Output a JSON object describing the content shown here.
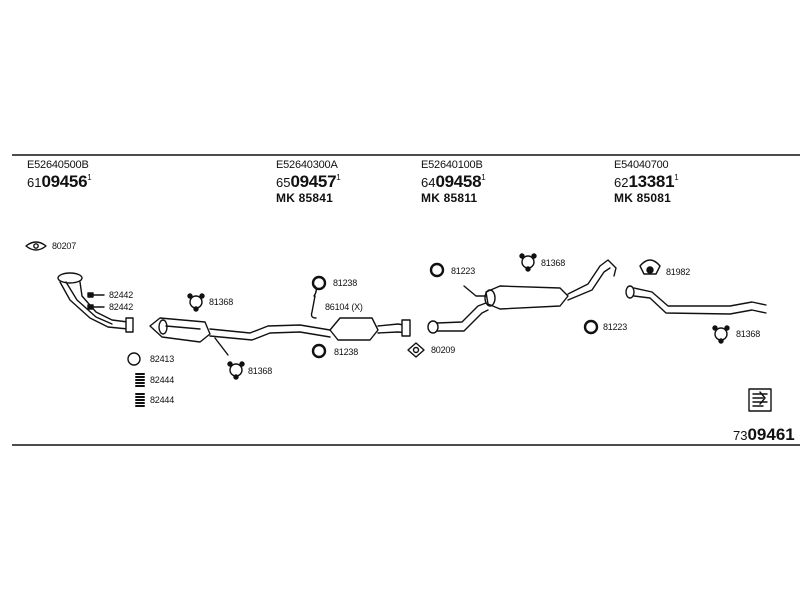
{
  "groups": [
    {
      "code": "E52640500B",
      "number_prefix": "61",
      "number_main": "09456",
      "number_suffix": "1",
      "mk": ""
    },
    {
      "code": "E52640300A",
      "number_prefix": "65",
      "number_main": "09457",
      "number_suffix": "1",
      "mk": "MK  85841"
    },
    {
      "code": "E52640100B",
      "number_prefix": "64",
      "number_main": "09458",
      "number_suffix": "1",
      "mk": "MK  85811"
    },
    {
      "code": "E54040700",
      "number_prefix": "62",
      "number_main": "13381",
      "number_suffix": "1",
      "mk": "MK  85081"
    }
  ],
  "parts": [
    {
      "id": "p1",
      "label": "80207",
      "icon": "gasket-ring"
    },
    {
      "id": "p2",
      "label": "82442",
      "icon": "bolt"
    },
    {
      "id": "p3",
      "label": "82442",
      "icon": "bolt"
    },
    {
      "id": "p4",
      "label": "82413",
      "icon": "sealing-ring"
    },
    {
      "id": "p5",
      "label": "82444",
      "icon": "spring"
    },
    {
      "id": "p6",
      "label": "82444",
      "icon": "spring"
    },
    {
      "id": "p7",
      "label": "81368",
      "icon": "rubber-mount"
    },
    {
      "id": "p8",
      "label": "81368",
      "icon": "rubber-mount"
    },
    {
      "id": "p9",
      "label": "81238",
      "icon": "sealing-ring"
    },
    {
      "id": "p10",
      "label": "86104 (X)",
      "icon": "hook"
    },
    {
      "id": "p11",
      "label": "81238",
      "icon": "sealing-ring"
    },
    {
      "id": "p12",
      "label": "80209",
      "icon": "gasket-flange"
    },
    {
      "id": "p13",
      "label": "81223",
      "icon": "sealing-ring"
    },
    {
      "id": "p14",
      "label": "81368",
      "icon": "rubber-mount"
    },
    {
      "id": "p15",
      "label": "81223",
      "icon": "sealing-ring"
    },
    {
      "id": "p16",
      "label": "81982",
      "icon": "hanger"
    },
    {
      "id": "p17",
      "label": "81368",
      "icon": "rubber-mount"
    }
  ],
  "components": [
    {
      "id": "front-pipe",
      "icon": "front-pipe"
    },
    {
      "id": "front-silencer",
      "icon": "front-silencer"
    },
    {
      "id": "middle-silencer",
      "icon": "middle-silencer"
    },
    {
      "id": "rear-silencer",
      "icon": "rear-silencer"
    },
    {
      "id": "tail-pipe",
      "icon": "tail-pipe"
    }
  ],
  "reference": {
    "prefix": "73",
    "main": "09461",
    "icon": "catalog-book-icon"
  },
  "colors": {
    "line": "#111111",
    "background": "#ffffff"
  }
}
